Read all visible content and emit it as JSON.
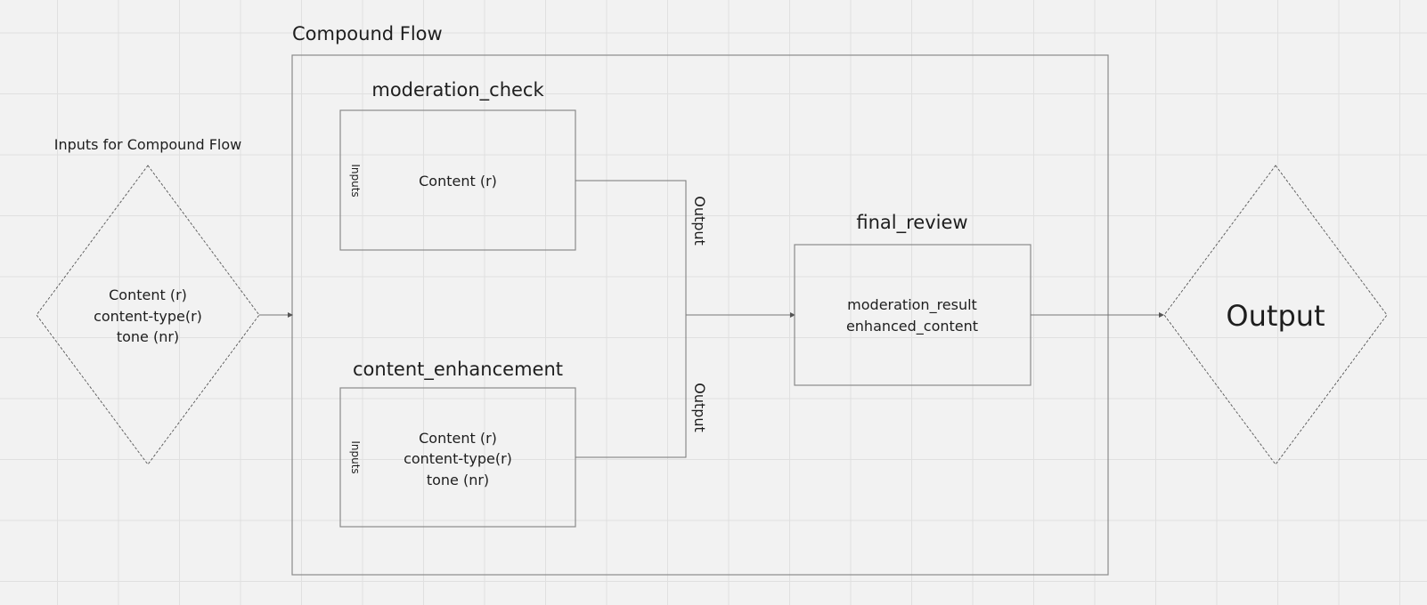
{
  "canvas": {
    "background": "#f2f2f2",
    "grid_color": "#e0e0e0",
    "stroke_color": "#8a8a8a",
    "text_color": "#1e1e1e"
  },
  "compound_flow": {
    "title": "Compound Flow"
  },
  "inputs_node": {
    "caption": "Inputs for Compound Flow",
    "lines": [
      "Content (r)",
      "content-type(r)",
      "tone (nr)"
    ]
  },
  "moderation_check": {
    "title": "moderation_check",
    "side_label": "Inputs",
    "lines": [
      "Content (r)"
    ],
    "output_label": "Output"
  },
  "content_enhancement": {
    "title": "content_enhancement",
    "side_label": "Inputs",
    "lines": [
      "Content (r)",
      "content-type(r)",
      "tone (nr)"
    ],
    "output_label": "Output"
  },
  "final_review": {
    "title": "final_review",
    "lines": [
      "moderation_result",
      "enhanced_content"
    ]
  },
  "output_node": {
    "label": "Output"
  }
}
